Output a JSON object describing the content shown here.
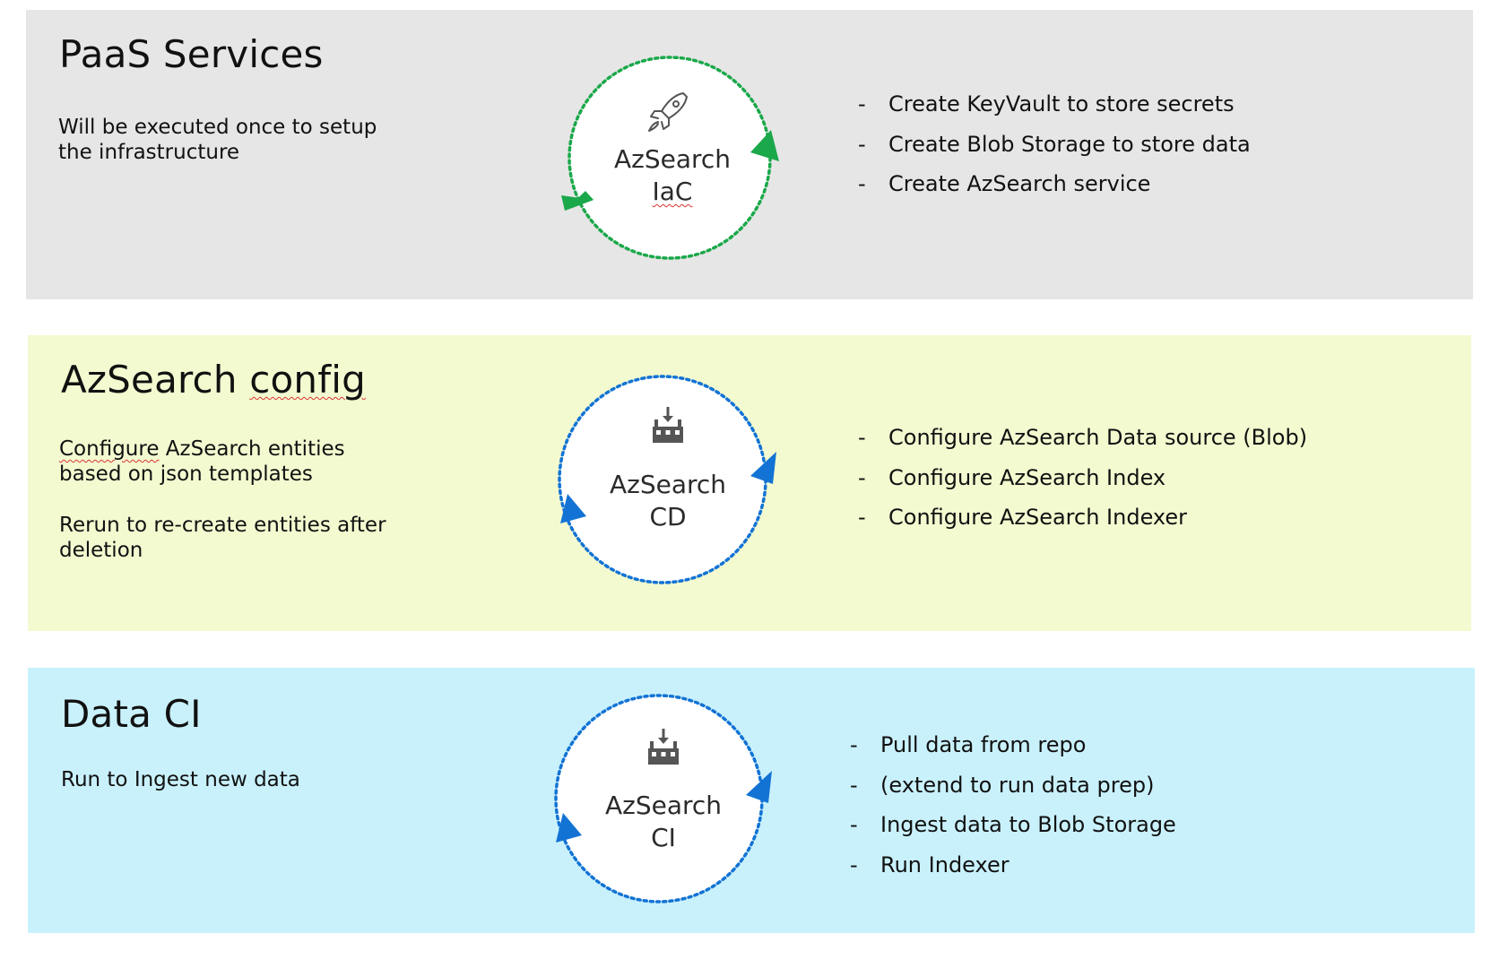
{
  "sections": [
    {
      "title": "PaaS Services",
      "description": [
        "Will be executed once to setup",
        "the infrastructure"
      ],
      "cycle": {
        "line1": "AzSearch",
        "line2": "IaC",
        "color": "#1aa84a",
        "icon": "rocket-icon"
      },
      "steps": [
        "Create KeyVault to store secrets",
        "Create Blob Storage to store data",
        "Create AzSearch service"
      ]
    },
    {
      "title": "AzSearch config",
      "description": [
        "Configure AzSearch entities",
        "based on json templates",
        "",
        "Rerun to re-create entities after",
        "deletion"
      ],
      "cycle": {
        "line1": "AzSearch",
        "line2": "CD",
        "color": "#1273d4",
        "icon": "factory-download-icon"
      },
      "steps": [
        "Configure AzSearch Data source (Blob)",
        "Configure AzSearch Index",
        "Configure AzSearch Indexer"
      ]
    },
    {
      "title": "Data CI",
      "description": [
        "Run to Ingest new data"
      ],
      "cycle": {
        "line1": "AzSearch",
        "line2": "CI",
        "color": "#1273d4",
        "icon": "factory-download-icon"
      },
      "steps": [
        "Pull data from repo",
        "(extend to run data prep)",
        "Ingest data to Blob Storage",
        "Run Indexer"
      ]
    }
  ]
}
